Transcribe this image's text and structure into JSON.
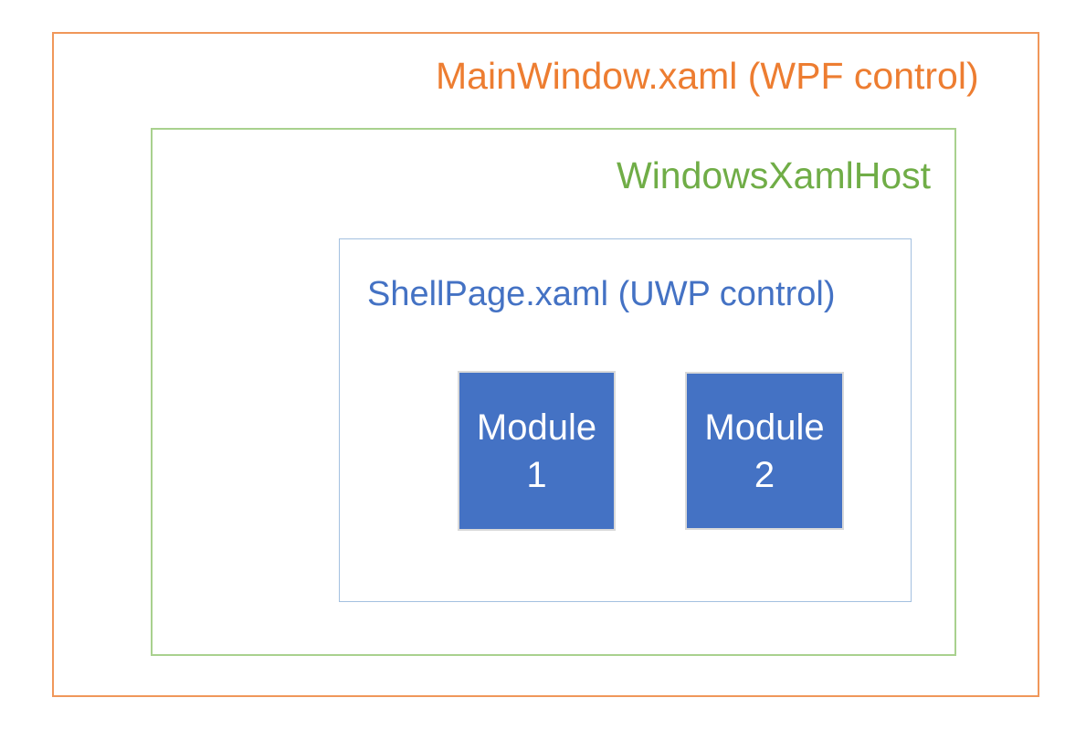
{
  "diagram": {
    "title": "MainWindow.xaml (WPF control)",
    "outer_box": {
      "label": "MainWindow.xaml (WPF control)",
      "text_color": "#ED7D31",
      "border_color": "#F0975A"
    },
    "host_box": {
      "label": "WindowsXamlHost",
      "text_color": "#70AD47",
      "border_color": "#A9D18E"
    },
    "shell_box": {
      "label": "ShellPage.xaml (UWP control)",
      "text_color": "#4472C4",
      "border_color": "#A3C0E0"
    },
    "modules": [
      {
        "name": "Module 1",
        "line1": "Module",
        "line2": "1",
        "fill_color": "#4472C4",
        "text_color": "#FFFFFF",
        "border_color": "#D9D9D9"
      },
      {
        "name": "Module 2",
        "line1": "Module",
        "line2": "2",
        "fill_color": "#4472C4",
        "text_color": "#FFFFFF",
        "border_color": "#D9D9D9"
      }
    ]
  }
}
